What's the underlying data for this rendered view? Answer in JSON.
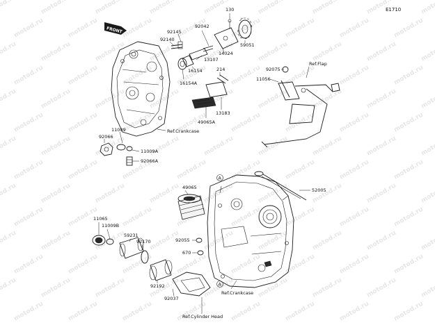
{
  "diagram": {
    "code": "E1710",
    "front_label": "FRONT",
    "refs": {
      "crankcase_upper": "Ref.Crankcase",
      "flap": "Ref.Flap",
      "crankcase_lower": "Ref.Crankcase",
      "cylinder_head": "Ref.Cylinder Head"
    },
    "markers": {
      "a_top": "A",
      "a_bottom": "A"
    },
    "parts": {
      "p130": "130",
      "p92042": "92042",
      "p92145": "92145",
      "p92140": "92140",
      "p59051": "59051",
      "p14024": "14024",
      "p13107": "13107",
      "p16154": "16154",
      "p16154a": "16154A",
      "p214": "214",
      "p49065a": "49065A",
      "p13183": "13183",
      "p92075": "92075",
      "p11056": "11056",
      "p11009": "11009",
      "p92066": "92066",
      "p11009a": "11009A",
      "p92066a": "92066A",
      "p49065": "49065",
      "p52005": "52005",
      "p11065": "11065",
      "p11009b": "11009B",
      "p59231": "59231",
      "p92170": "92170",
      "p92055": "92055",
      "p670": "670",
      "p92192": "92192",
      "p92037": "92037"
    },
    "watermark": "motod.ru"
  }
}
